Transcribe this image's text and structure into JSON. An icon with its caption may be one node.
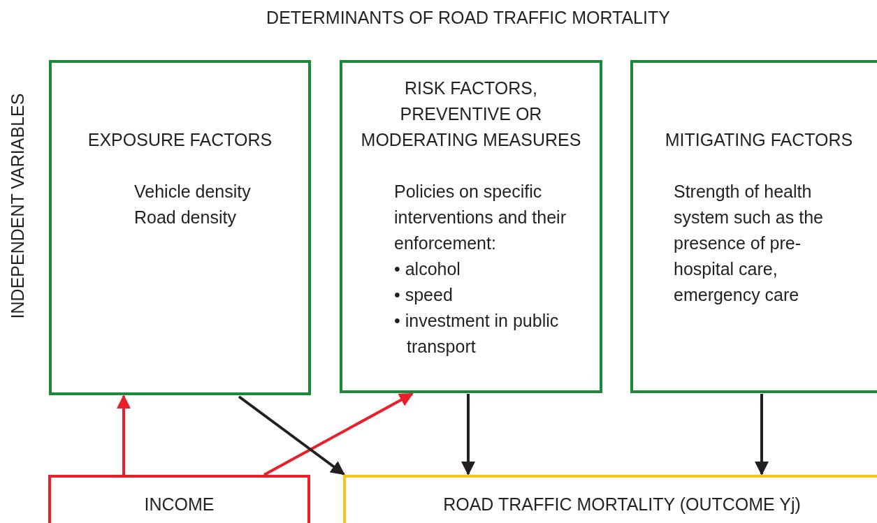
{
  "diagram": {
    "title": "DETERMINANTS OF ROAD TRAFFIC MORTALITY",
    "nodes": [
      {
        "text": [
          "EXPOSURE FACTORS",
          "Vehicle density",
          "Road density"
        ]
      },
      {
        "text": [
          "RISK FACTORS, PREVENTIVE OR MODERATING MEASURES",
          "Policies on specific interventions and their enforcement:",
          "• alcohol",
          "• speed",
          "• investment in public transport"
        ]
      },
      {
        "text": [
          "MITIGATING FACTORS",
          "Strength of health system such as the presence of pre-hospital care, emergency care"
        ]
      },
      {
        "text": [
          "INCOME"
        ]
      },
      {
        "text": [
          "ROAD TRAFFIC MORTALITY (OUTCOME Yj)"
        ]
      }
    ],
    "edges": [
      {
        "from": 3,
        "to": 0,
        "arrow": "to",
        "color": "#e8202a"
      },
      {
        "from": 3,
        "to": 1,
        "arrow": "to",
        "color": "#e8202a"
      },
      {
        "from": 0,
        "to": 4,
        "arrow": "to"
      },
      {
        "from": 1,
        "to": 4,
        "arrow": "to"
      },
      {
        "from": 2,
        "to": 4,
        "arrow": "to"
      }
    ],
    "labels": [
      "INDEPENDENT VARIABLES"
    ]
  }
}
